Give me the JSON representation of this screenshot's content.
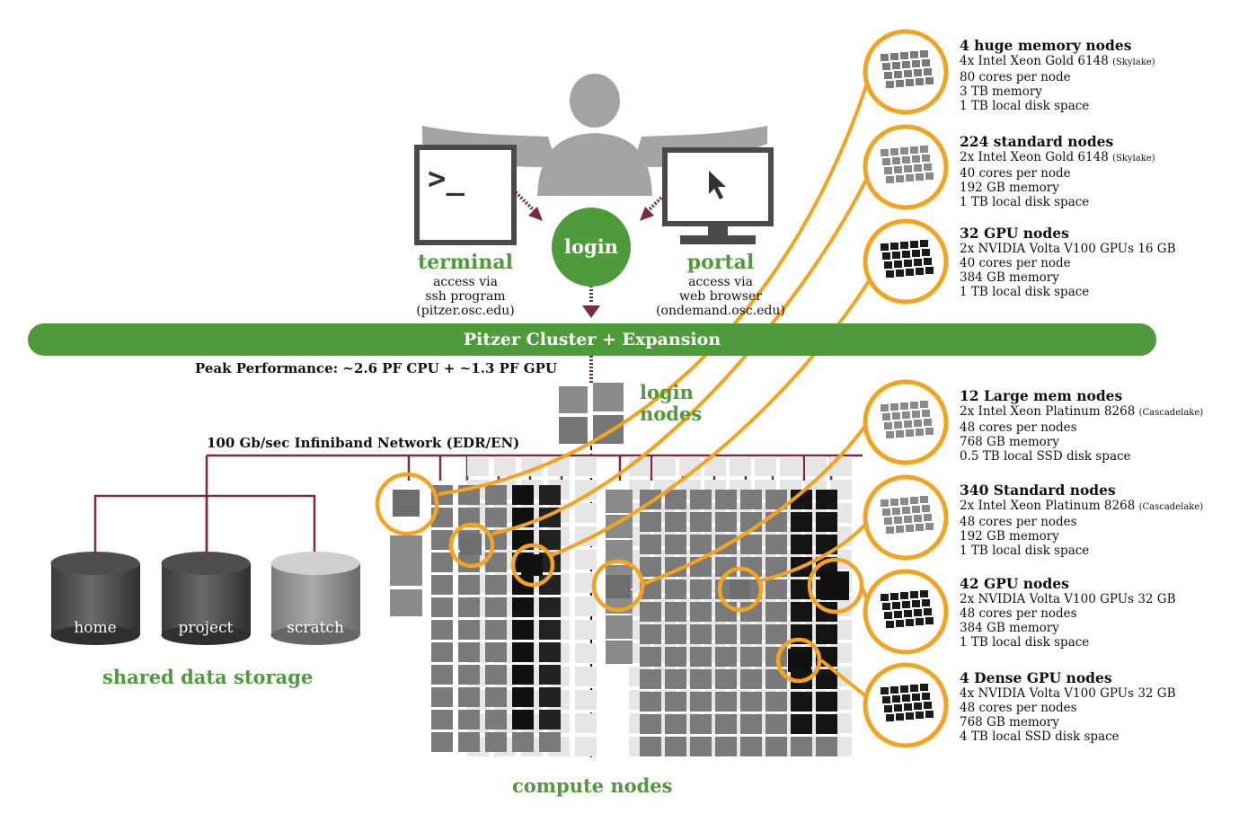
{
  "banner": "Pitzer Cluster + Expansion",
  "peak": "Peak Performance: ~2.6 PF CPU + ~1.3 PF GPU",
  "network": "100 Gb/sec Infiniband Network (EDR/EN)",
  "login_bubble": "login",
  "login_nodes": [
    "login",
    "nodes"
  ],
  "terminal": {
    "title": "terminal",
    "lines": [
      "access via",
      "ssh program",
      "(pitzer.osc.edu)"
    ]
  },
  "portal": {
    "title": "portal",
    "lines": [
      "access via",
      "web browser",
      "(ondemand.osc.edu)"
    ]
  },
  "storage": {
    "title": "shared data storage",
    "disks": [
      "home",
      "project",
      "scratch"
    ]
  },
  "compute_title": "compute nodes",
  "node_types": [
    {
      "title": "4 huge memory nodes",
      "lines": [
        [
          "4x Intel Xeon Gold 6148 ",
          "(Skylake)"
        ],
        [
          "80 cores per node",
          ""
        ],
        [
          "3 TB memory",
          ""
        ],
        [
          "1 TB local disk space",
          ""
        ]
      ]
    },
    {
      "title": "224 standard nodes",
      "lines": [
        [
          "2x Intel Xeon Gold 6148 ",
          "(Skylake)"
        ],
        [
          "40 cores per node",
          ""
        ],
        [
          "192 GB memory",
          ""
        ],
        [
          "1 TB local disk space",
          ""
        ]
      ]
    },
    {
      "title": "32 GPU nodes",
      "lines": [
        [
          "2x NVIDIA Volta V100 GPUs 16 GB",
          ""
        ],
        [
          "40 cores per node",
          ""
        ],
        [
          "384 GB memory",
          ""
        ],
        [
          "1 TB local disk space",
          ""
        ]
      ]
    },
    {
      "title": "12 Large mem nodes",
      "lines": [
        [
          "2x Intel Xeon Platinum 8268 ",
          "(Cascadelake)"
        ],
        [
          "48 cores per nodes",
          ""
        ],
        [
          "768 GB memory",
          ""
        ],
        [
          "0.5 TB local SSD disk space",
          ""
        ]
      ]
    },
    {
      "title": "340 Standard nodes",
      "lines": [
        [
          "2x Intel Xeon Platinum 8268 ",
          "(Cascadelake)"
        ],
        [
          "48 cores per nodes",
          ""
        ],
        [
          "192 GB memory",
          ""
        ],
        [
          "1 TB local disk space",
          ""
        ]
      ]
    },
    {
      "title": "42 GPU nodes",
      "lines": [
        [
          "2x NVIDIA Volta V100 GPUs 32 GB",
          ""
        ],
        [
          "48 cores per nodes",
          ""
        ],
        [
          "384 GB memory",
          ""
        ],
        [
          "1 TB local disk space",
          ""
        ]
      ]
    },
    {
      "title": "4 Dense GPU nodes",
      "lines": [
        [
          "4x NVIDIA Volta V100 GPUs 32 GB",
          ""
        ],
        [
          "48 cores per nodes",
          ""
        ],
        [
          "768 GB memory",
          ""
        ],
        [
          "4 TB local SSD disk space",
          ""
        ]
      ]
    }
  ],
  "colors": {
    "green": "#4f9a3a",
    "orange": "#f3a31f",
    "maroon": "#7a2c3a",
    "gray": "#8a8a8a",
    "dark": "#333333"
  }
}
